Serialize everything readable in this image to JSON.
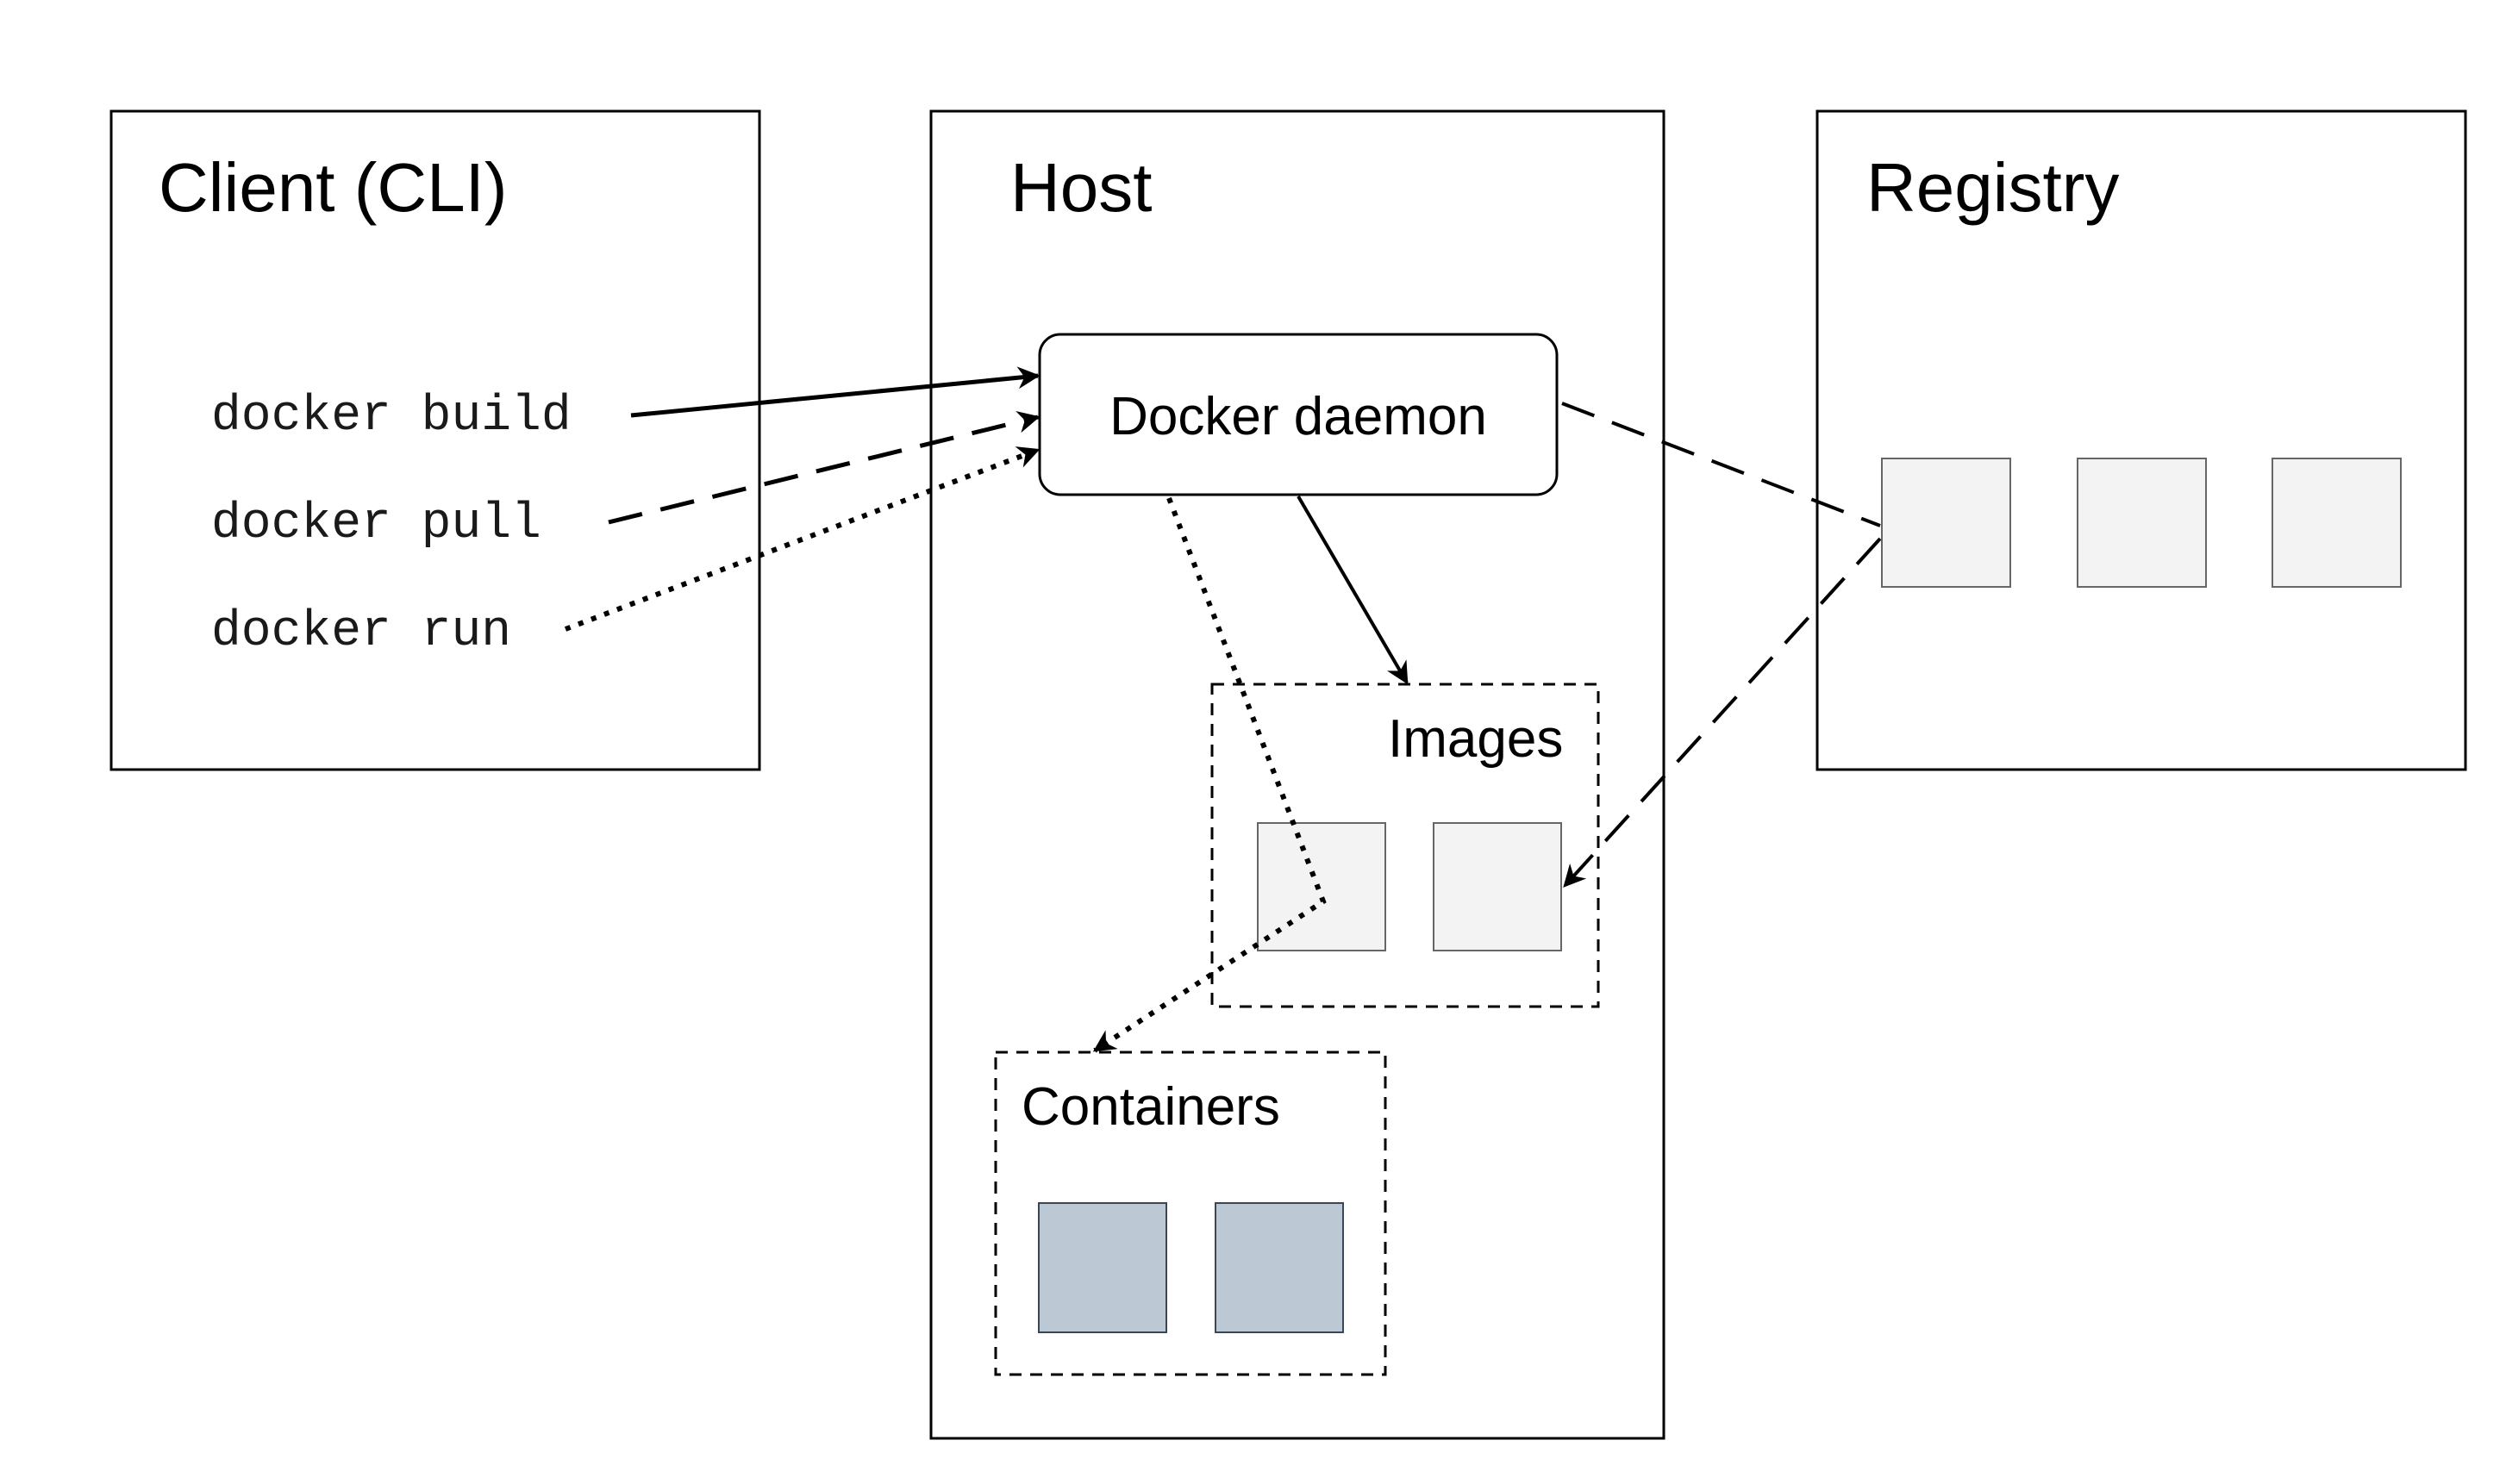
{
  "client": {
    "title": "Client (CLI)",
    "commands": [
      "docker build",
      "docker pull",
      "docker run"
    ]
  },
  "host": {
    "title": "Host",
    "daemon_label": "Docker daemon",
    "images_label": "Images",
    "containers_label": "Containers"
  },
  "registry": {
    "title": "Registry"
  },
  "colors": {
    "stroke": "#000000",
    "image_fill": "#f3f3f3",
    "image_stroke": "#666666",
    "container_fill": "#bcc8d3",
    "container_stroke": "#3a4656"
  }
}
